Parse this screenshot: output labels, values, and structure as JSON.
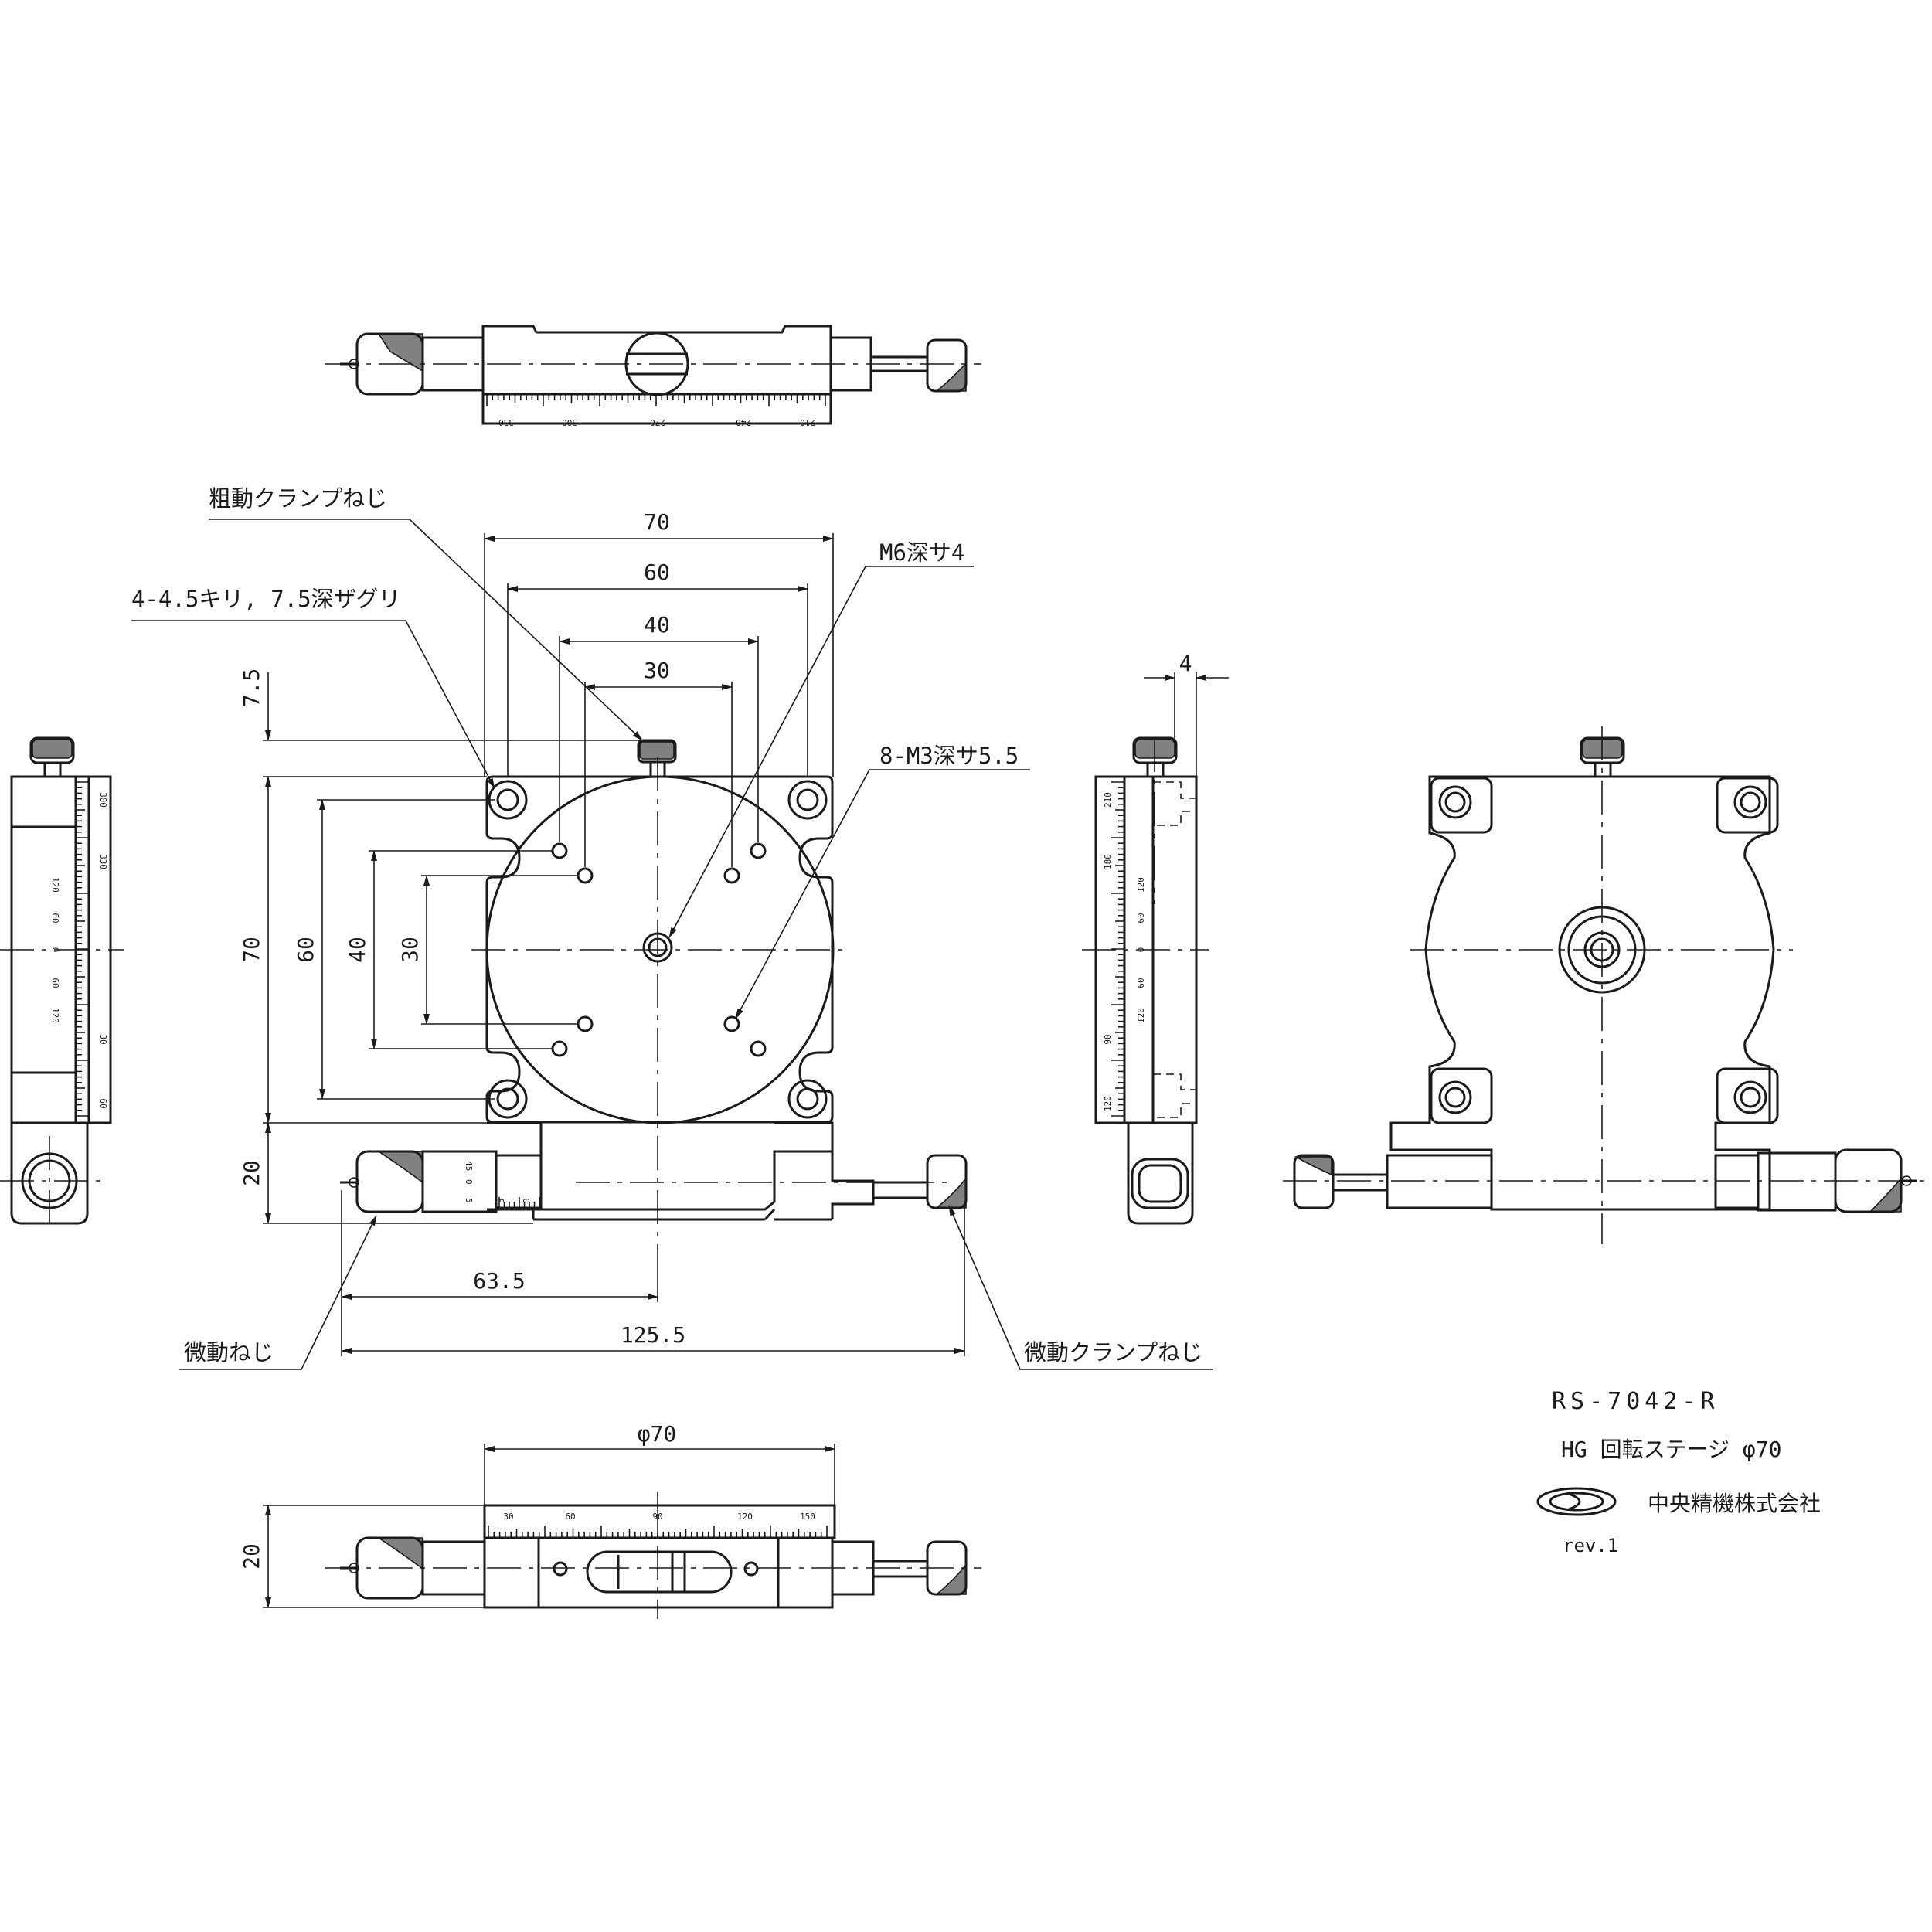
{
  "labels": {
    "coarse_clamp": "粗動クランプねじ",
    "mount_holes": "4-4.5キリ, 7.5深ザグリ",
    "m6": "M6深サ4",
    "m3": "8-M3深サ5.5",
    "fine_screw": "微動ねじ",
    "fine_clamp": "微動クランプねじ"
  },
  "dimensions": {
    "top_70": "70",
    "top_60": "60",
    "top_40": "40",
    "top_30": "30",
    "left_7_5": "7.5",
    "left_70": "70",
    "left_60": "60",
    "left_40": "40",
    "left_30": "30",
    "left_20": "20",
    "bottom_63_5": "63.5",
    "bottom_125_5": "125.5",
    "side_4": "4",
    "front_phi70": "φ70",
    "front_20": "20"
  },
  "scales": {
    "top_view": [
      "330",
      "300",
      "270",
      "240",
      "210"
    ],
    "front_view": [
      "30",
      "60",
      "90",
      "120",
      "150"
    ],
    "left_view": [
      "300",
      "330",
      "120",
      "60",
      "0",
      "60",
      "120",
      "30",
      "60"
    ],
    "side_view": [
      "210",
      "180",
      "120",
      "60",
      "0",
      "60",
      "120",
      "90",
      "120"
    ],
    "micrometer": [
      "45",
      "0",
      "5",
      "5",
      "0"
    ]
  },
  "title_block": {
    "model": "RS-7042-R",
    "name": "HG 回転ステージ φ70",
    "company": "中央精機株式会社",
    "revision": "rev.1"
  }
}
